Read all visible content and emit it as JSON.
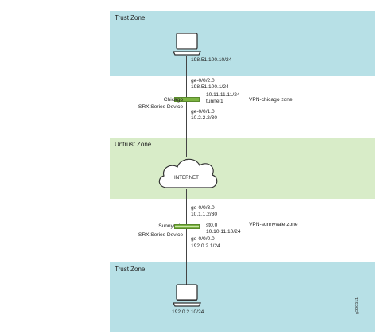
{
  "zones": {
    "trust_top": "Trust Zone",
    "untrust": "Untrust Zone",
    "trust_bottom": "Trust Zone"
  },
  "top_host": {
    "ip": "198.51.100.10/24"
  },
  "chicago": {
    "name": "Chicago",
    "type": "SRX Series Device",
    "if_trust": "ge-0/0/2.0",
    "if_trust_ip": "198.51.100.1/24",
    "tunnel_ip": "10.11.11.11/24",
    "tunnel": "tunnel1",
    "zone": "VPN-chicago zone",
    "if_untrust": "ge-0/0/1.0",
    "if_untrust_ip": "10.2.2.2/30"
  },
  "internet": {
    "label": "INTERNET"
  },
  "sunnyvale": {
    "if_untrust": "ge-0/0/3.0",
    "if_untrust_ip": "10.1.1.2/30",
    "name": "Sunnyvale",
    "type": "SRX Series Device",
    "tunnel": "st0.0",
    "tunnel_ip": "10.10.11.10/24",
    "zone": "VPN-sunnyvale zone",
    "if_trust": "ge-0/0/0.0",
    "if_trust_ip": "192.0.2.1/24"
  },
  "bottom_host": {
    "ip": "192.0.2.10/24"
  },
  "figure_id": "g300511"
}
